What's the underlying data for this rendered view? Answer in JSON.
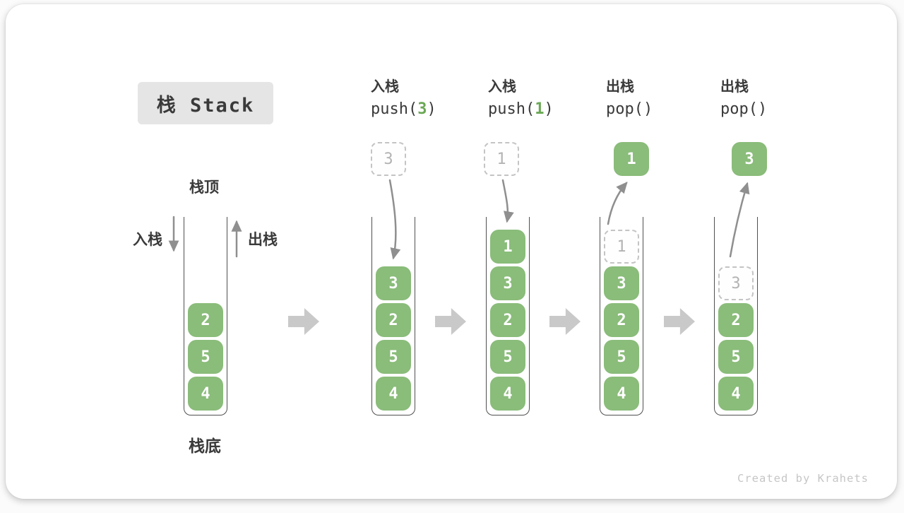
{
  "title": "栈 Stack",
  "watermark": "Created by Krahets",
  "labels": {
    "stack_top": "栈顶",
    "stack_bottom": "栈底",
    "push_side": "入栈",
    "pop_side": "出栈"
  },
  "operations": [
    {
      "name": "入栈",
      "code_pre": "push(",
      "arg": "3",
      "code_post": ")"
    },
    {
      "name": "入栈",
      "code_pre": "push(",
      "arg": "1",
      "code_post": ")"
    },
    {
      "name": "出栈",
      "code_pre": "pop(",
      "arg": "",
      "code_post": ")"
    },
    {
      "name": "出栈",
      "code_pre": "pop(",
      "arg": "",
      "code_post": ")"
    }
  ],
  "stacks": [
    {
      "blocks": [
        "2",
        "5",
        "4"
      ]
    },
    {
      "float": "3",
      "blocks": [
        "3",
        "2",
        "5",
        "4"
      ]
    },
    {
      "float": "1",
      "blocks": [
        "1",
        "3",
        "2",
        "5",
        "4"
      ]
    },
    {
      "float": "1",
      "popped": "1",
      "blocks": [
        "3",
        "2",
        "5",
        "4"
      ]
    },
    {
      "float": "3",
      "popped": "3",
      "blocks": [
        "2",
        "5",
        "4"
      ]
    }
  ],
  "colors": {
    "block_green": "#8ABC7A",
    "arg_green": "#6AA854",
    "arrow_gray": "#8F8F8F",
    "chevron_gray": "#C9C9C9",
    "dashed_border": "#C4C4C4",
    "dashed_text": "#B3B3B3",
    "title_bg": "#E5E5E5",
    "text_dark": "#3A3A3A",
    "wall": "#4F4F4F",
    "watermark": "#C6C6C6"
  }
}
